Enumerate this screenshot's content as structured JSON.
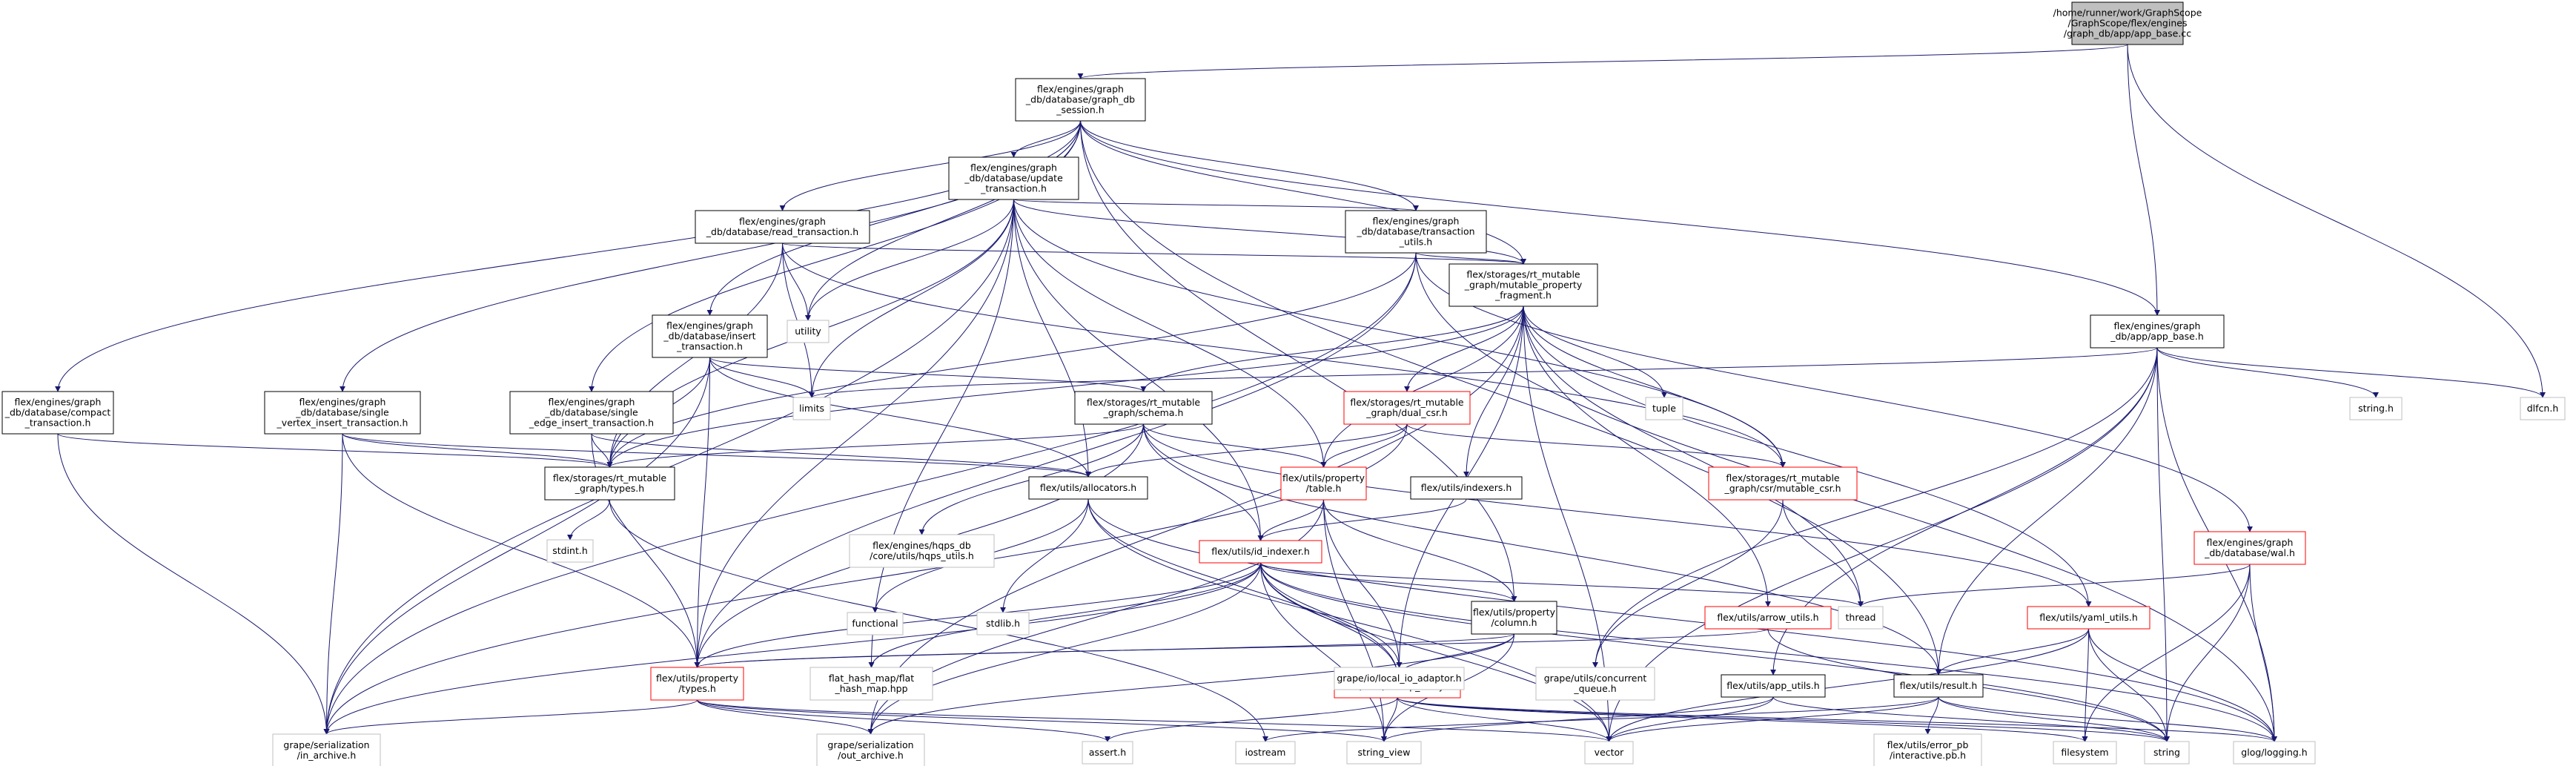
{
  "colors": {
    "edge": "#191970",
    "box_border_normal": "#000000",
    "box_border_incomplete": "#ff0000",
    "box_border_system": "#bfbfbf",
    "root_fill": "#bfbfbf",
    "box_fill": "#ffffff"
  },
  "nodes": [
    {
      "id": "root",
      "kind": "root",
      "lines": [
        "/home/runner/work/GraphScope",
        "/GraphScope/flex/engines",
        "/graph_db/app/app_base.cc"
      ]
    },
    {
      "id": "session",
      "kind": "normal",
      "lines": [
        "flex/engines/graph",
        "_db/database/graph_db",
        "_session.h"
      ]
    },
    {
      "id": "update_txn",
      "kind": "normal",
      "lines": [
        "flex/engines/graph",
        "_db/database/update",
        "_transaction.h"
      ]
    },
    {
      "id": "read_txn",
      "kind": "normal",
      "lines": [
        "flex/engines/graph",
        "_db/database/read_transaction.h"
      ]
    },
    {
      "id": "txn_utils",
      "kind": "normal",
      "lines": [
        "flex/engines/graph",
        "_db/database/transaction",
        "_utils.h"
      ]
    },
    {
      "id": "app_base_h",
      "kind": "normal",
      "lines": [
        "flex/engines/graph",
        "_db/app/app_base.h"
      ]
    },
    {
      "id": "mpf",
      "kind": "normal",
      "lines": [
        "flex/storages/rt_mutable",
        "_graph/mutable_property",
        "_fragment.h"
      ]
    },
    {
      "id": "insert_txn",
      "kind": "normal",
      "lines": [
        "flex/engines/graph",
        "_db/database/insert",
        "_transaction.h"
      ]
    },
    {
      "id": "compact_txn",
      "kind": "normal",
      "lines": [
        "flex/engines/graph",
        "_db/database/compact",
        "_transaction.h"
      ]
    },
    {
      "id": "svi_txn",
      "kind": "normal",
      "lines": [
        "flex/engines/graph",
        "_db/database/single",
        "_vertex_insert_transaction.h"
      ]
    },
    {
      "id": "sei_txn",
      "kind": "normal",
      "lines": [
        "flex/engines/graph",
        "_db/database/single",
        "_edge_insert_transaction.h"
      ]
    },
    {
      "id": "schema",
      "kind": "normal",
      "lines": [
        "flex/storages/rt_mutable",
        "_graph/schema.h"
      ]
    },
    {
      "id": "dual_csr",
      "kind": "incomplete",
      "lines": [
        "flex/storages/rt_mutable",
        "_graph/dual_csr.h"
      ]
    },
    {
      "id": "rtm_types",
      "kind": "normal",
      "lines": [
        "flex/storages/rt_mutable",
        "_graph/types.h"
      ]
    },
    {
      "id": "allocators",
      "kind": "normal",
      "lines": [
        "flex/utils/allocators.h"
      ]
    },
    {
      "id": "prop_table",
      "kind": "incomplete",
      "lines": [
        "flex/utils/property",
        "/table.h"
      ]
    },
    {
      "id": "indexers",
      "kind": "normal",
      "lines": [
        "flex/utils/indexers.h"
      ]
    },
    {
      "id": "mutable_csr",
      "kind": "incomplete",
      "lines": [
        "flex/storages/rt_mutable",
        "_graph/csr/mutable_csr.h"
      ]
    },
    {
      "id": "wal",
      "kind": "incomplete",
      "lines": [
        "flex/engines/graph",
        "_db/database/wal.h"
      ]
    },
    {
      "id": "id_indexer",
      "kind": "incomplete",
      "lines": [
        "flex/utils/id_indexer.h"
      ]
    },
    {
      "id": "prop_column",
      "kind": "normal",
      "lines": [
        "flex/utils/property",
        "/column.h"
      ]
    },
    {
      "id": "arrow_utils",
      "kind": "incomplete",
      "lines": [
        "flex/utils/arrow_utils.h"
      ]
    },
    {
      "id": "yaml_utils",
      "kind": "incomplete",
      "lines": [
        "flex/utils/yaml_utils.h"
      ]
    },
    {
      "id": "prop_types",
      "kind": "incomplete",
      "lines": [
        "flex/utils/property",
        "/types.h"
      ]
    },
    {
      "id": "mmap_array",
      "kind": "incomplete",
      "lines": [
        "flex/utils/mmap_array.h"
      ]
    },
    {
      "id": "app_utils",
      "kind": "normal",
      "lines": [
        "flex/utils/app_utils.h"
      ]
    },
    {
      "id": "result",
      "kind": "normal",
      "lines": [
        "flex/utils/result.h"
      ]
    },
    {
      "id": "utility",
      "kind": "system",
      "lines": [
        "utility"
      ]
    },
    {
      "id": "limits",
      "kind": "system",
      "lines": [
        "limits"
      ]
    },
    {
      "id": "tuple",
      "kind": "system",
      "lines": [
        "tuple"
      ]
    },
    {
      "id": "string_h",
      "kind": "system",
      "lines": [
        "string.h"
      ]
    },
    {
      "id": "dlfcn",
      "kind": "system",
      "lines": [
        "dlfcn.h"
      ]
    },
    {
      "id": "stdint",
      "kind": "system",
      "lines": [
        "stdint.h"
      ]
    },
    {
      "id": "hqps_utils",
      "kind": "system",
      "lines": [
        "flex/engines/hqps_db",
        "/core/utils/hqps_utils.h"
      ]
    },
    {
      "id": "functional",
      "kind": "system",
      "lines": [
        "functional"
      ]
    },
    {
      "id": "stdlib",
      "kind": "system",
      "lines": [
        "stdlib.h"
      ]
    },
    {
      "id": "flat_hash_map",
      "kind": "system",
      "lines": [
        "flat_hash_map/flat",
        "_hash_map.hpp"
      ]
    },
    {
      "id": "local_io",
      "kind": "system",
      "lines": [
        "grape/io/local_io_adaptor.h"
      ]
    },
    {
      "id": "thread",
      "kind": "system",
      "lines": [
        "thread"
      ]
    },
    {
      "id": "concurrent_queue",
      "kind": "system",
      "lines": [
        "grape/utils/concurrent",
        "_queue.h"
      ]
    },
    {
      "id": "in_archive",
      "kind": "system",
      "lines": [
        "grape/serialization",
        "/in_archive.h"
      ]
    },
    {
      "id": "out_archive",
      "kind": "system",
      "lines": [
        "grape/serialization",
        "/out_archive.h"
      ]
    },
    {
      "id": "assert",
      "kind": "system",
      "lines": [
        "assert.h"
      ]
    },
    {
      "id": "iostream",
      "kind": "system",
      "lines": [
        "iostream"
      ]
    },
    {
      "id": "string_view",
      "kind": "system",
      "lines": [
        "string_view"
      ]
    },
    {
      "id": "vector",
      "kind": "system",
      "lines": [
        "vector"
      ]
    },
    {
      "id": "error_pb",
      "kind": "system",
      "lines": [
        "flex/utils/error_pb",
        "/interactive.pb.h"
      ]
    },
    {
      "id": "filesystem",
      "kind": "system",
      "lines": [
        "filesystem"
      ]
    },
    {
      "id": "string",
      "kind": "system",
      "lines": [
        "string"
      ]
    },
    {
      "id": "glog",
      "kind": "system",
      "lines": [
        "glog/logging.h"
      ]
    }
  ],
  "edges": [
    [
      "root",
      "session"
    ],
    [
      "root",
      "app_base_h"
    ],
    [
      "root",
      "dlfcn"
    ],
    [
      "session",
      "update_txn"
    ],
    [
      "session",
      "read_txn"
    ],
    [
      "session",
      "txn_utils"
    ],
    [
      "session",
      "insert_txn"
    ],
    [
      "session",
      "compact_txn"
    ],
    [
      "session",
      "svi_txn"
    ],
    [
      "session",
      "sei_txn"
    ],
    [
      "session",
      "app_base_h"
    ],
    [
      "session",
      "mpf"
    ],
    [
      "session",
      "prop_column"
    ],
    [
      "session",
      "result"
    ],
    [
      "session",
      "utility"
    ],
    [
      "update_txn",
      "txn_utils"
    ],
    [
      "update_txn",
      "mpf"
    ],
    [
      "update_txn",
      "rtm_types"
    ],
    [
      "update_txn",
      "allocators"
    ],
    [
      "update_txn",
      "prop_table"
    ],
    [
      "update_txn",
      "id_indexer"
    ],
    [
      "update_txn",
      "prop_types"
    ],
    [
      "update_txn",
      "flat_hash_map"
    ],
    [
      "update_txn",
      "in_archive"
    ],
    [
      "update_txn",
      "utility"
    ],
    [
      "update_txn",
      "limits"
    ],
    [
      "update_txn",
      "mutable_csr"
    ],
    [
      "read_txn",
      "mpf"
    ],
    [
      "read_txn",
      "rtm_types"
    ],
    [
      "read_txn",
      "utility"
    ],
    [
      "read_txn",
      "limits"
    ],
    [
      "read_txn",
      "mutable_csr"
    ],
    [
      "txn_utils",
      "mpf"
    ],
    [
      "txn_utils",
      "wal"
    ],
    [
      "txn_utils",
      "prop_types"
    ],
    [
      "txn_utils",
      "in_archive"
    ],
    [
      "txn_utils",
      "glog"
    ],
    [
      "txn_utils",
      "rtm_types"
    ],
    [
      "insert_txn",
      "rtm_types"
    ],
    [
      "insert_txn",
      "allocators"
    ],
    [
      "insert_txn",
      "prop_types"
    ],
    [
      "insert_txn",
      "in_archive"
    ],
    [
      "insert_txn",
      "limits"
    ],
    [
      "insert_txn",
      "schema"
    ],
    [
      "compact_txn",
      "rtm_types"
    ],
    [
      "compact_txn",
      "in_archive"
    ],
    [
      "svi_txn",
      "rtm_types"
    ],
    [
      "svi_txn",
      "allocators"
    ],
    [
      "svi_txn",
      "prop_types"
    ],
    [
      "svi_txn",
      "in_archive"
    ],
    [
      "sei_txn",
      "rtm_types"
    ],
    [
      "sei_txn",
      "allocators"
    ],
    [
      "sei_txn",
      "prop_types"
    ],
    [
      "app_base_h",
      "limits"
    ],
    [
      "app_base_h",
      "string_h"
    ],
    [
      "app_base_h",
      "dlfcn"
    ],
    [
      "app_base_h",
      "app_utils"
    ],
    [
      "app_base_h",
      "result"
    ],
    [
      "app_base_h",
      "concurrent_queue"
    ],
    [
      "app_base_h",
      "string"
    ],
    [
      "app_base_h",
      "glog"
    ],
    [
      "app_base_h",
      "vector"
    ],
    [
      "mpf",
      "schema"
    ],
    [
      "mpf",
      "dual_csr"
    ],
    [
      "mpf",
      "prop_table"
    ],
    [
      "mpf",
      "indexers"
    ],
    [
      "mpf",
      "mutable_csr"
    ],
    [
      "mpf",
      "arrow_utils"
    ],
    [
      "mpf",
      "yaml_utils"
    ],
    [
      "mpf",
      "tuple"
    ],
    [
      "mpf",
      "local_io"
    ],
    [
      "mpf",
      "thread"
    ],
    [
      "mpf",
      "vector"
    ],
    [
      "mpf",
      "rtm_types"
    ],
    [
      "mpf",
      "out_archive"
    ],
    [
      "schema",
      "rtm_types"
    ],
    [
      "schema",
      "prop_table"
    ],
    [
      "schema",
      "id_indexer"
    ],
    [
      "schema",
      "hqps_utils"
    ],
    [
      "schema",
      "yaml_utils"
    ],
    [
      "schema",
      "result"
    ],
    [
      "schema",
      "prop_types"
    ],
    [
      "dual_csr",
      "mutable_csr"
    ],
    [
      "dual_csr",
      "prop_table"
    ],
    [
      "dual_csr",
      "allocators"
    ],
    [
      "dual_csr",
      "in_archive"
    ],
    [
      "rtm_types",
      "stdint"
    ],
    [
      "rtm_types",
      "iostream"
    ],
    [
      "allocators",
      "functional"
    ],
    [
      "allocators",
      "stdlib"
    ],
    [
      "allocators",
      "mmap_array"
    ],
    [
      "allocators",
      "vector"
    ],
    [
      "allocators",
      "glog"
    ],
    [
      "prop_table",
      "id_indexer"
    ],
    [
      "prop_table",
      "prop_column"
    ],
    [
      "prop_table",
      "local_io"
    ],
    [
      "prop_table",
      "string_view"
    ],
    [
      "prop_table",
      "out_archive"
    ],
    [
      "indexers",
      "id_indexer"
    ],
    [
      "mutable_csr",
      "thread"
    ],
    [
      "mutable_csr",
      "concurrent_queue"
    ],
    [
      "wal",
      "thread"
    ],
    [
      "wal",
      "string"
    ],
    [
      "wal",
      "glog"
    ],
    [
      "wal",
      "filesystem"
    ],
    [
      "id_indexer",
      "prop_column"
    ],
    [
      "id_indexer",
      "prop_types"
    ],
    [
      "id_indexer",
      "mmap_array"
    ],
    [
      "id_indexer",
      "flat_hash_map"
    ],
    [
      "id_indexer",
      "local_io"
    ],
    [
      "id_indexer",
      "thread"
    ],
    [
      "id_indexer",
      "in_archive"
    ],
    [
      "id_indexer",
      "out_archive"
    ],
    [
      "id_indexer",
      "string_view"
    ],
    [
      "id_indexer",
      "vector"
    ],
    [
      "id_indexer",
      "string"
    ],
    [
      "id_indexer",
      "glog"
    ],
    [
      "prop_column",
      "prop_types"
    ],
    [
      "prop_column",
      "mmap_array"
    ],
    [
      "prop_column",
      "string_view"
    ],
    [
      "prop_column",
      "out_archive"
    ],
    [
      "arrow_utils",
      "prop_types"
    ],
    [
      "arrow_utils",
      "string"
    ],
    [
      "yaml_utils",
      "result"
    ],
    [
      "yaml_utils",
      "filesystem"
    ],
    [
      "yaml_utils",
      "string"
    ],
    [
      "yaml_utils",
      "vector"
    ],
    [
      "yaml_utils",
      "glog"
    ],
    [
      "prop_types",
      "in_archive"
    ],
    [
      "prop_types",
      "out_archive"
    ],
    [
      "prop_types",
      "assert"
    ],
    [
      "prop_types",
      "string_view"
    ],
    [
      "prop_types",
      "vector"
    ],
    [
      "mmap_array",
      "string_view"
    ],
    [
      "mmap_array",
      "vector"
    ],
    [
      "mmap_array",
      "filesystem"
    ],
    [
      "mmap_array",
      "string"
    ],
    [
      "mmap_array",
      "glog"
    ],
    [
      "mmap_array",
      "assert"
    ],
    [
      "app_utils",
      "vector"
    ],
    [
      "app_utils",
      "string"
    ],
    [
      "app_utils",
      "string_view"
    ],
    [
      "result",
      "error_pb"
    ],
    [
      "result",
      "string"
    ],
    [
      "result",
      "vector"
    ],
    [
      "result",
      "glog"
    ],
    [
      "result",
      "iostream"
    ]
  ]
}
